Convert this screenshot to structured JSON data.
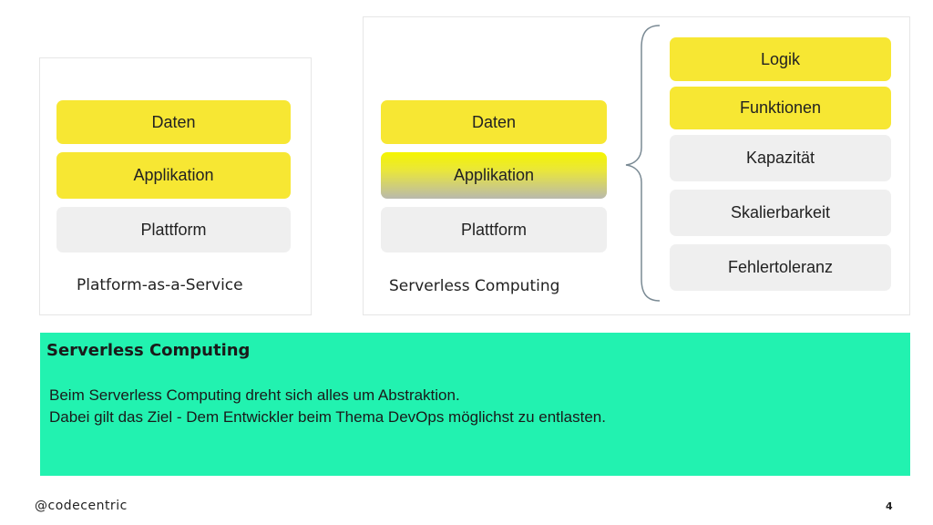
{
  "paas": {
    "layers": [
      "Daten",
      "Applikation",
      "Plattform"
    ],
    "label": "Platform-as-a-Service"
  },
  "serverless": {
    "layers": [
      "Daten",
      "Applikation",
      "Plattform"
    ],
    "label": "Serverless Computing",
    "details": [
      "Logik",
      "Funktionen",
      "Kapazität",
      "Skalierbarkeit",
      "Fehlertoleranz"
    ]
  },
  "info": {
    "title": "Serverless Computing",
    "line1": "Beim Serverless Computing dreht sich alles um Abstraktion.",
    "line2": "Dabei gilt das Ziel - Dem Entwickler beim Thema DevOps möglichst zu entlasten."
  },
  "footer": {
    "logo": "@codecentric",
    "page_number": "4"
  },
  "colors": {
    "yellow": "#f7e733",
    "grey": "#efefef",
    "accent_green": "#22f2b0"
  }
}
